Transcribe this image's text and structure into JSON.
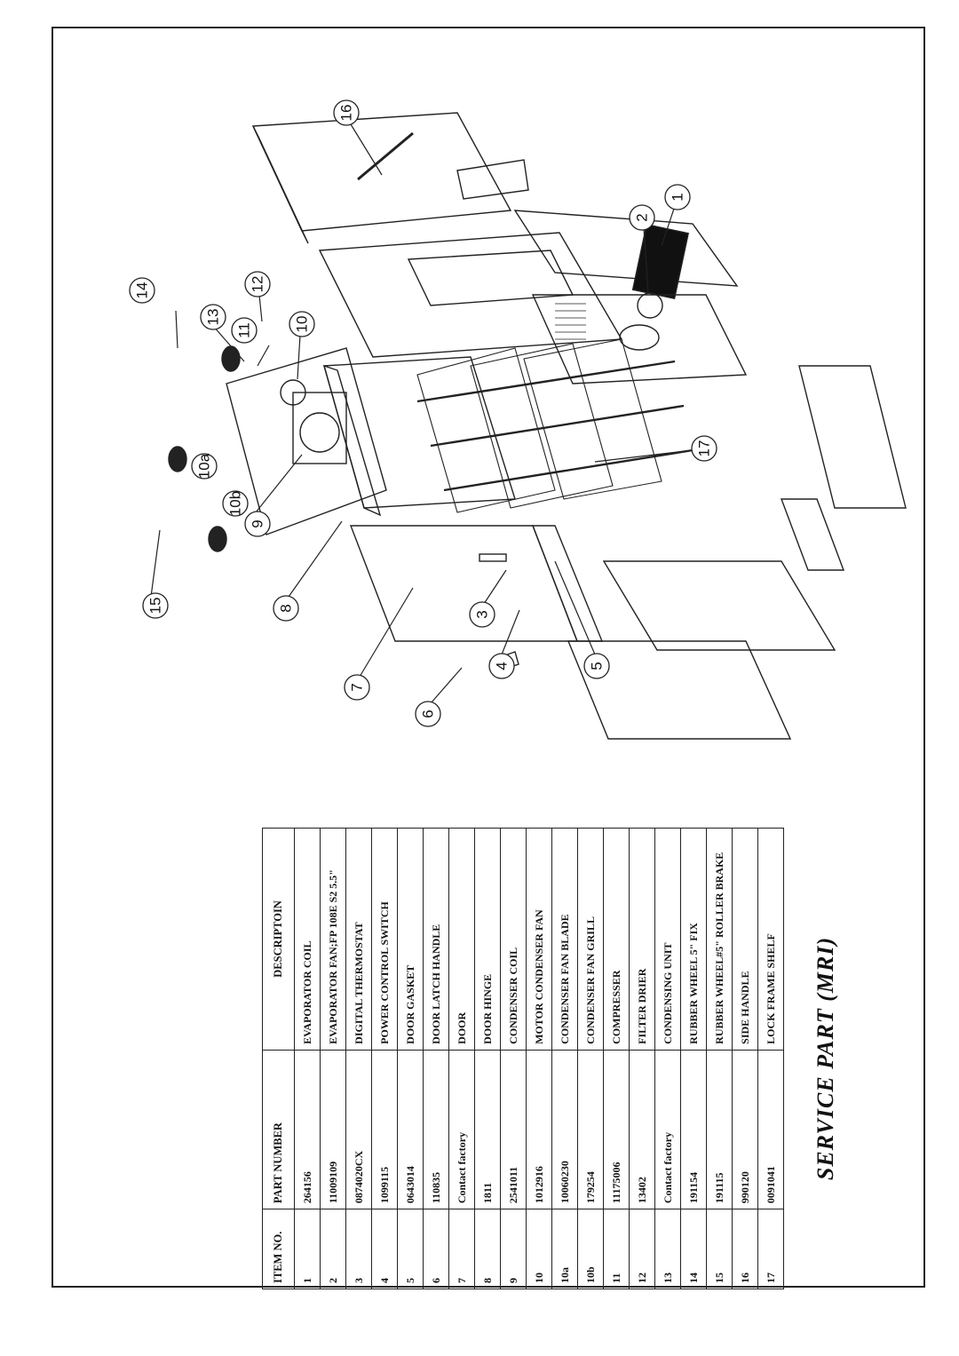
{
  "title": "SERVICE PART (MRI)",
  "table": {
    "headers": {
      "item": "ITEM NO.",
      "part": "PART NUMBER",
      "desc": "DESCRIPTOIN"
    },
    "rows": [
      {
        "item": "1",
        "part": "264156",
        "desc": "EVAPORATOR COIL"
      },
      {
        "item": "2",
        "part": "11009109",
        "desc": "EVAPORATOR FAN;FP 108E S2 5.5\""
      },
      {
        "item": "3",
        "part": "0874020CX",
        "desc": "DIGITAL THERMOSTAT"
      },
      {
        "item": "4",
        "part": "1099115",
        "desc": "POWER CONTROL SWITCH"
      },
      {
        "item": "5",
        "part": "0643014",
        "desc": "DOOR GASKET"
      },
      {
        "item": "6",
        "part": "110835",
        "desc": "DOOR LATCH HANDLE"
      },
      {
        "item": "7",
        "part": "Contact factory",
        "desc": "DOOR"
      },
      {
        "item": "8",
        "part": "1811",
        "desc": "DOOR HINGE"
      },
      {
        "item": "9",
        "part": "2541011",
        "desc": "CONDENSER COIL"
      },
      {
        "item": "10",
        "part": "1012916",
        "desc": "MOTOR CONDENSER FAN"
      },
      {
        "item": "10a",
        "part": "10060230",
        "desc": "CONDENSER FAN BLADE"
      },
      {
        "item": "10b",
        "part": "179254",
        "desc": "CONDENSER FAN GRILL"
      },
      {
        "item": "11",
        "part": "11175006",
        "desc": "COMPRESSER"
      },
      {
        "item": "12",
        "part": "13402",
        "desc": "FILTER DRIER"
      },
      {
        "item": "13",
        "part": "Contact factory",
        "desc": "CONDENSING UNIT"
      },
      {
        "item": "14",
        "part": "191154",
        "desc": "RUBBER WHEEL 5\" FIX"
      },
      {
        "item": "15",
        "part": "191115",
        "desc": "RUBBER WHEEL#5\" ROLLER BRAKE"
      },
      {
        "item": "16",
        "part": "990120",
        "desc": "SIDE HANDLE"
      },
      {
        "item": "17",
        "part": "0091041",
        "desc": "LOCK FRAME SHELF"
      }
    ]
  },
  "callouts": [
    "1",
    "2",
    "3",
    "4",
    "5",
    "6",
    "7",
    "8",
    "9",
    "10",
    "10a",
    "10b",
    "11",
    "12",
    "13",
    "14",
    "15",
    "16",
    "17"
  ]
}
